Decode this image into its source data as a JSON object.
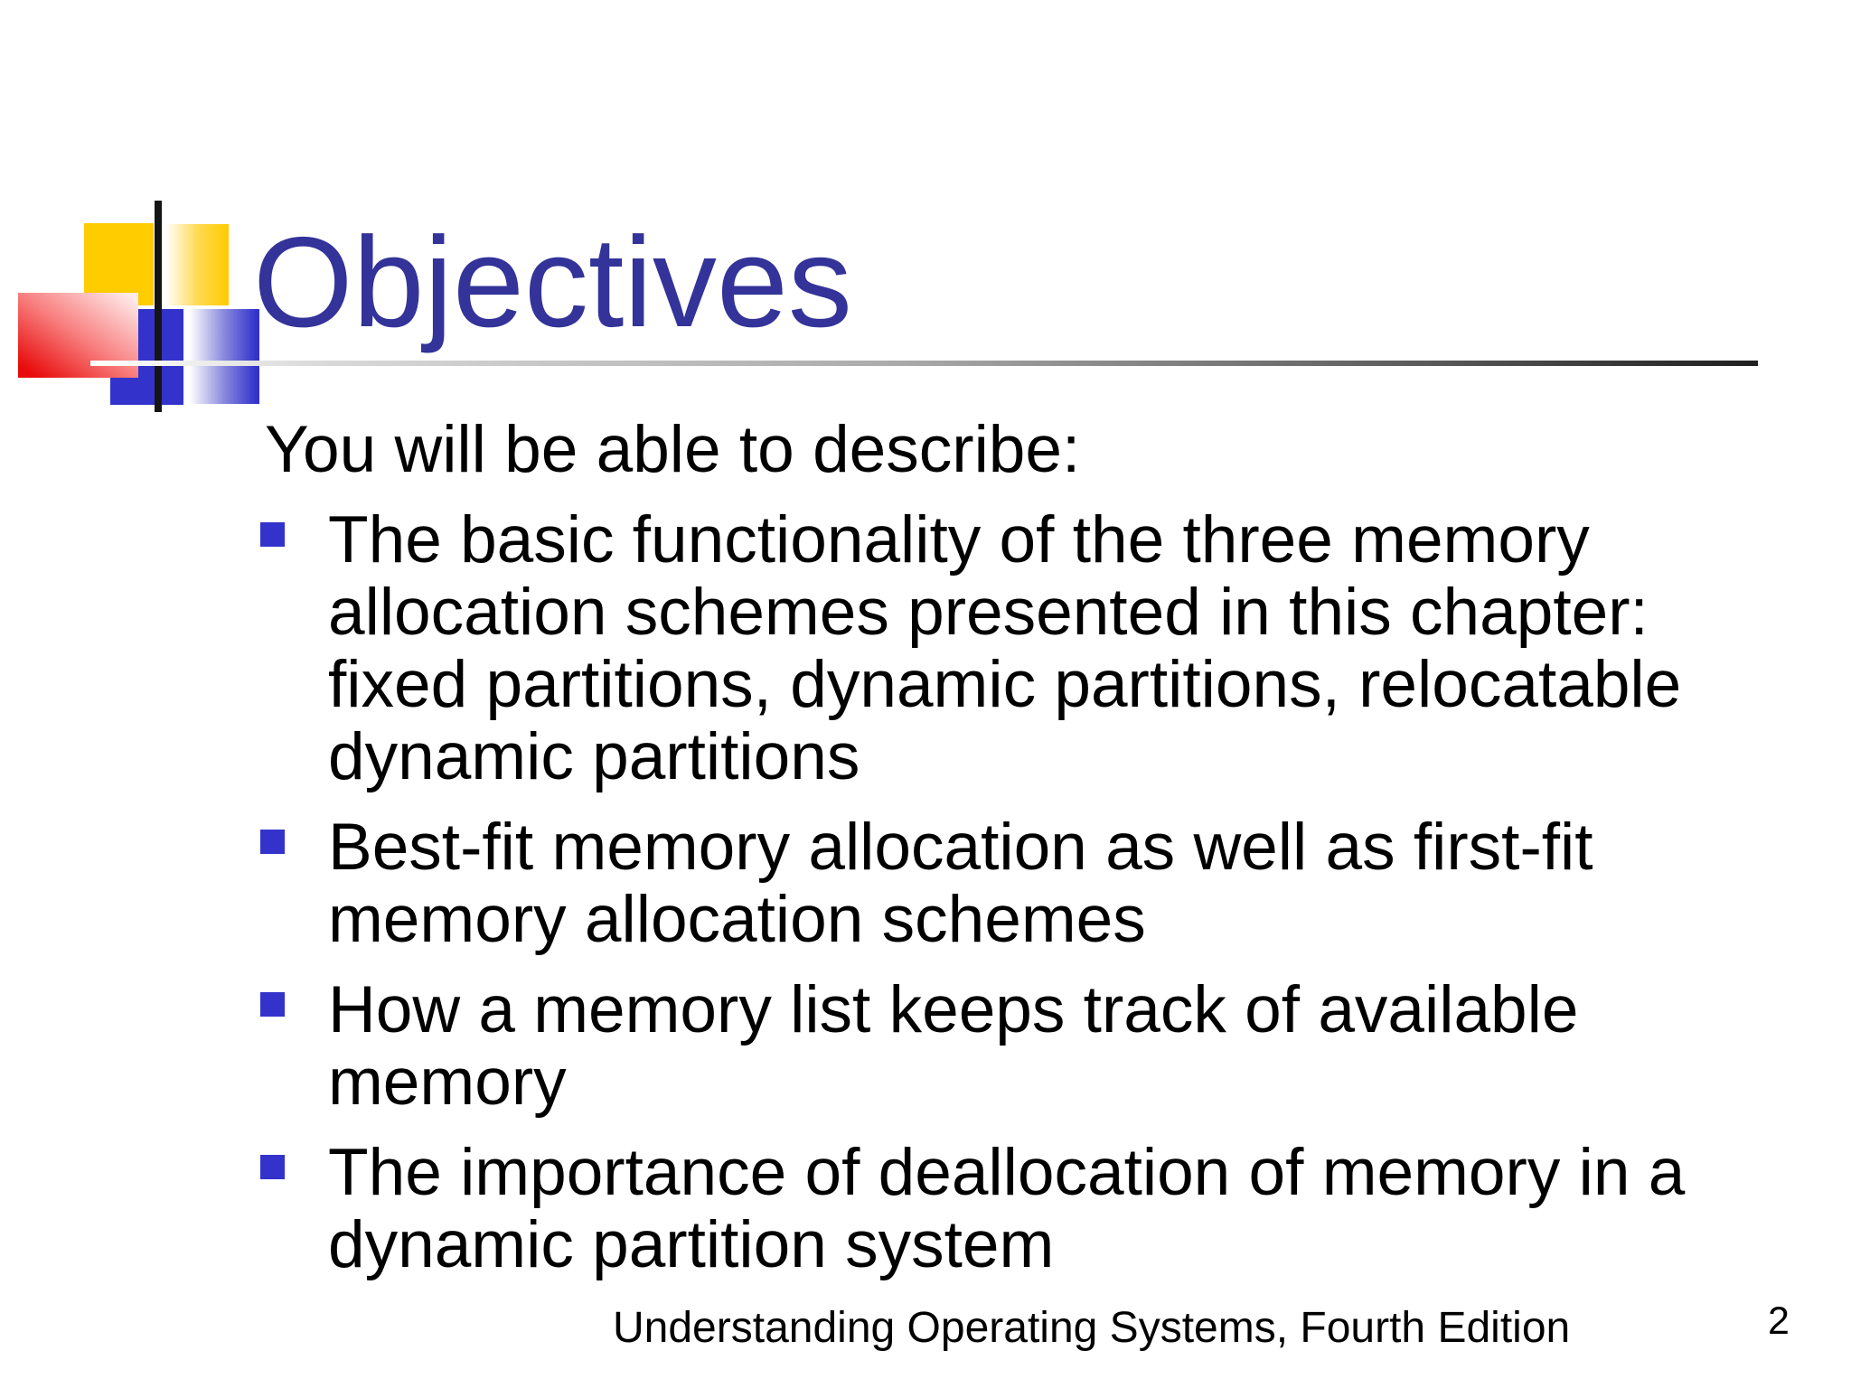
{
  "slide": {
    "title": "Objectives",
    "intro": "You will be able to describe:",
    "bullets": [
      "The basic functionality of the three memory\nallocation schemes presented in this chapter:\nfixed partitions, dynamic partitions, relocatable\ndynamic partitions",
      "Best-fit memory allocation as well as first-fit\nmemory allocation schemes",
      "How a memory list keeps track of available\nmemory",
      "The importance of deallocation of memory in a\ndynamic partition system"
    ],
    "footer": "Understanding Operating Systems, Fourth Edition",
    "page_number": "2",
    "colors": {
      "title_text": "#333399",
      "body_text": "#000000",
      "bullet_marker": "#3333cc",
      "logo_yellow": "#ffcc00",
      "logo_blue": "#3333cc",
      "logo_red": "#e80b0b",
      "rule_dark_end": "#1f1f1f"
    }
  }
}
